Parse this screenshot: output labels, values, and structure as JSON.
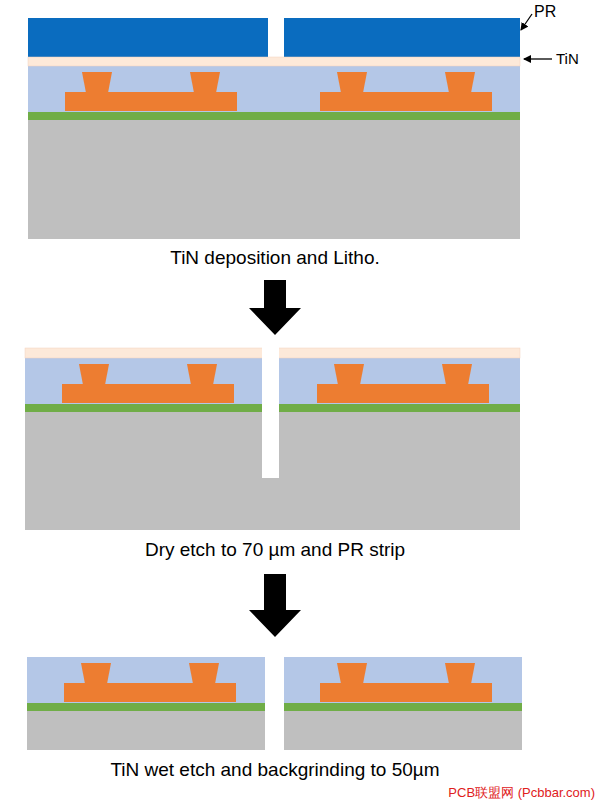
{
  "diagram": {
    "labels": [
      "PR",
      "TiN",
      "TiN deposition and Litho.",
      "Dry etch to 70 µm and PR strip",
      "TiN wet etch and backgrinding to 50µm",
      "PCB联盟网 (Pcbbar.com)"
    ]
  }
}
